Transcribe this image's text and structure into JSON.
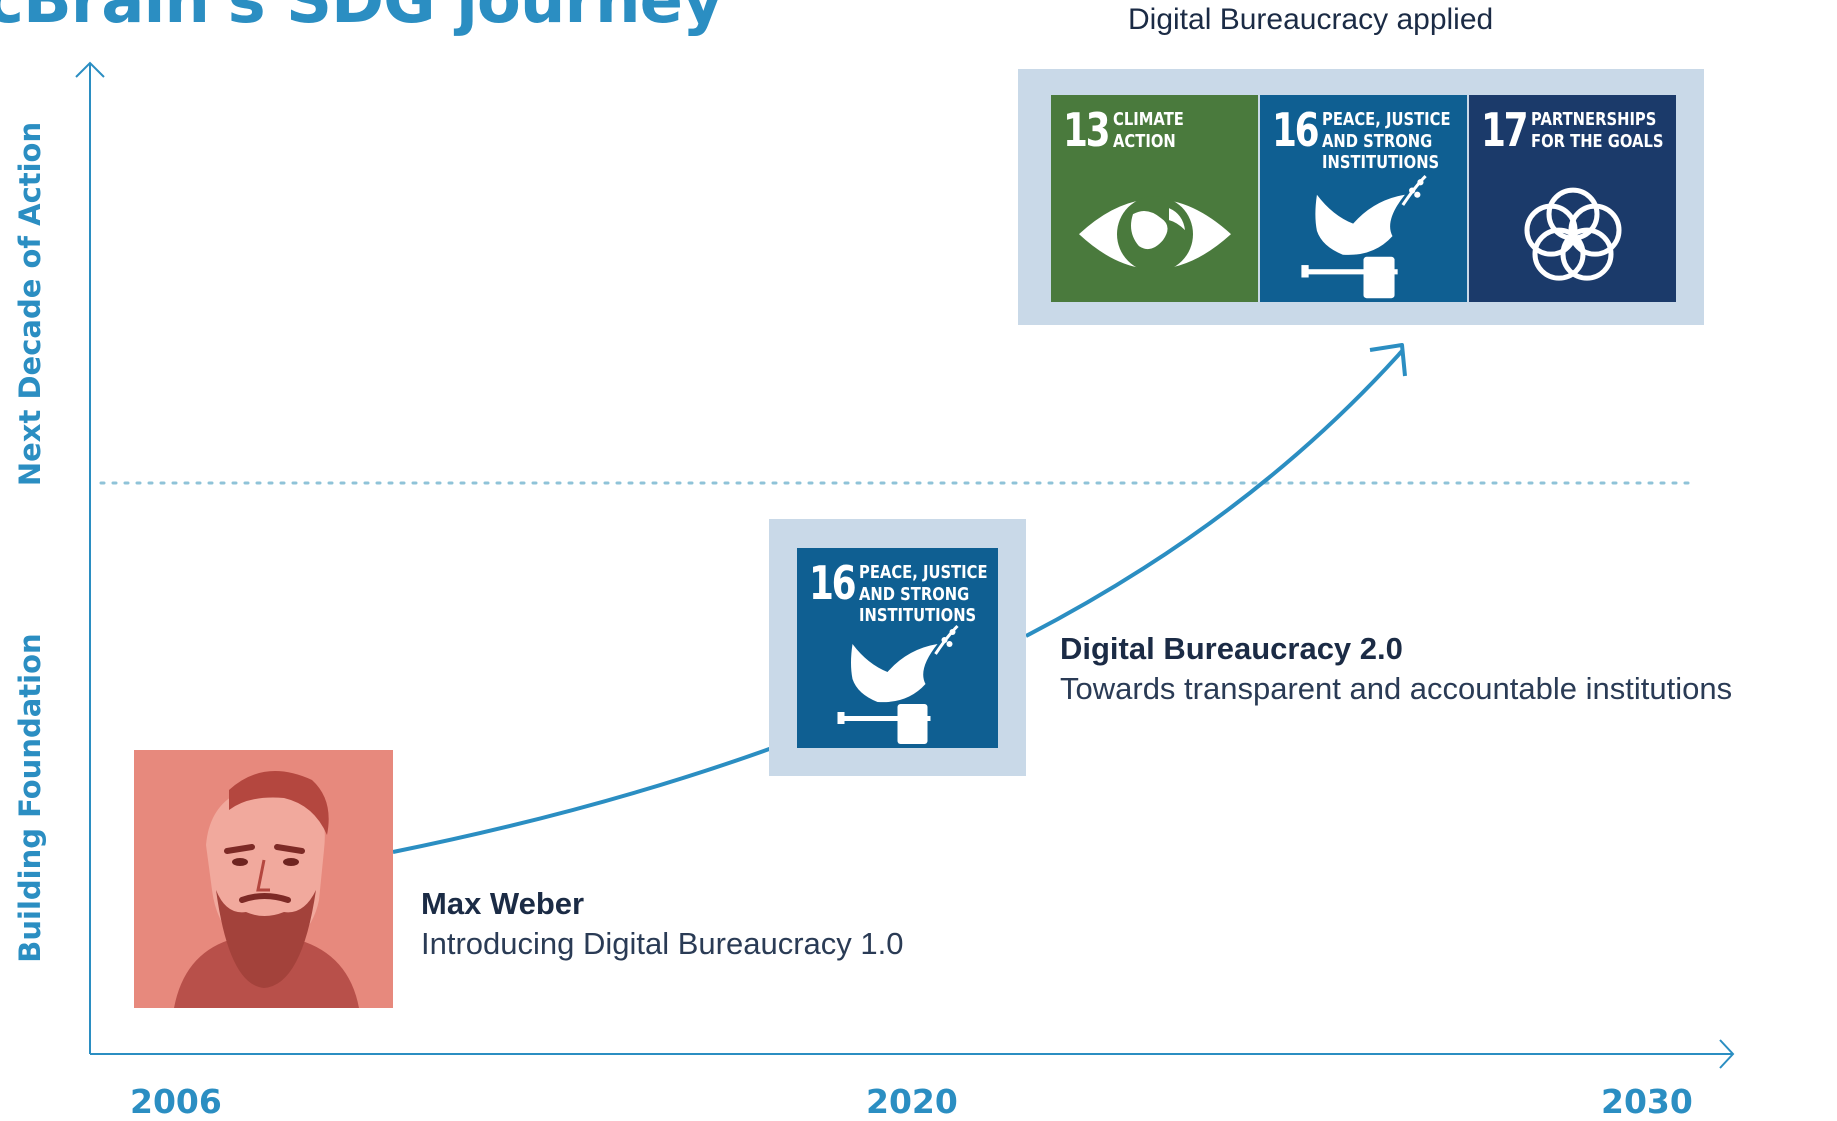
{
  "page": {
    "title": "cBrain's SDG journey"
  },
  "axes": {
    "y_upper_label": "Next Decade of Action",
    "y_lower_label": "Building Foundation",
    "years": [
      "2006",
      "2020",
      "2030"
    ]
  },
  "top_heading": "Digital Bureaucracy applied",
  "milestones": [
    {
      "title": "Max Weber",
      "subtitle": "Introducing Digital Bureaucracy 1.0"
    },
    {
      "title": "Digital Bureaucracy 2.0",
      "subtitle": "Towards transparent and accountable institutions"
    }
  ],
  "sdg_goals": [
    {
      "number": "16",
      "name_line1": "PEACE, JUSTICE",
      "name_line2": "AND STRONG",
      "name_line3": "INSTITUTIONS",
      "color": "#0f5f92"
    },
    {
      "number": "13",
      "name_line1": "CLIMATE",
      "name_line2": "ACTION",
      "name_line3": "",
      "color": "#4a7a3d"
    },
    {
      "number": "16",
      "name_line1": "PEACE, JUSTICE",
      "name_line2": "AND STRONG",
      "name_line3": "INSTITUTIONS",
      "color": "#0f5f92"
    },
    {
      "number": "17",
      "name_line1": "PARTNERSHIPS",
      "name_line2": "FOR THE GOALS",
      "name_line3": "",
      "color": "#1b3a6a"
    }
  ],
  "colors": {
    "accent": "#2b8ec2",
    "frame": "#c9d9e8",
    "text_dark": "#1b2b45",
    "portrait_tint": "#e7897d"
  }
}
